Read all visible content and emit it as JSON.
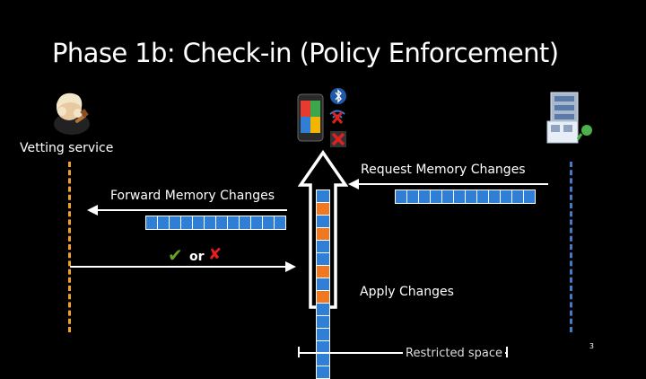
{
  "slide": {
    "title": "Phase 1b: Check-in (Policy Enforcement)",
    "page_number": "3"
  },
  "actors": {
    "left_label": "Vetting service",
    "left_icon": "judge-icon",
    "middle_icon": "smartphone-icon",
    "right_icon": "server-icon"
  },
  "messages": {
    "request": "Request Memory Changes",
    "forward": "Forward Memory Changes",
    "verdict_or": "or",
    "verdict_yes": "✔",
    "verdict_no": "✘",
    "apply": "Apply Changes"
  },
  "footer": {
    "restricted_space": "Restricted space"
  },
  "colors": {
    "background": "#000000",
    "cell_blue": "#2f7fd6",
    "cell_orange": "#f07820",
    "check_green": "#6aa02a",
    "cross_red": "#e02020"
  },
  "memory_rows": {
    "request_row": [
      "blue",
      "blue",
      "blue",
      "blue",
      "blue",
      "blue",
      "blue",
      "blue",
      "blue",
      "blue",
      "blue",
      "blue"
    ],
    "forward_row": [
      "blue",
      "blue",
      "blue",
      "blue",
      "blue",
      "blue",
      "blue",
      "blue",
      "blue",
      "blue",
      "blue",
      "blue"
    ],
    "phone_column": [
      "blue",
      "orange",
      "blue",
      "orange",
      "blue",
      "blue",
      "orange",
      "blue",
      "orange",
      "blue",
      "blue",
      "blue",
      "blue",
      "blue",
      "blue"
    ]
  }
}
